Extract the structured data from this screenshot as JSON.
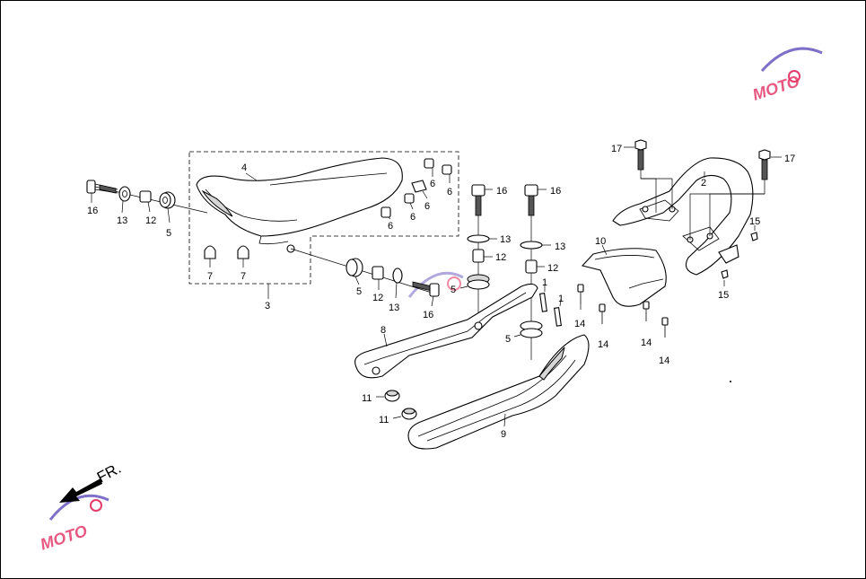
{
  "direction_label": "FR.",
  "watermark": {
    "text": "MOTO",
    "accent": "#e33c6a",
    "swoosh": "#7e6fc9"
  },
  "callouts": {
    "c1a": "1",
    "c1b": "1",
    "c2": "2",
    "c3": "3",
    "c4": "4",
    "c5a": "5",
    "c5b": "5",
    "c5c": "5",
    "c5d": "5",
    "c6a": "6",
    "c6b": "6",
    "c6c": "6",
    "c6d": "6",
    "c6e": "6",
    "c7a": "7",
    "c7b": "7",
    "c8": "8",
    "c9": "9",
    "c10": "10",
    "c11a": "11",
    "c11b": "11",
    "c12a": "12",
    "c12b": "12",
    "c12c": "12",
    "c13a": "13",
    "c13b": "13",
    "c13c": "13",
    "c14a": "14",
    "c14b": "14",
    "c14c": "14",
    "c14d": "14",
    "c15a": "15",
    "c15b": "15",
    "c16a": "16",
    "c16b": "16",
    "c16c": "16",
    "c16d": "16",
    "c17a": "17",
    "c17b": "17"
  }
}
